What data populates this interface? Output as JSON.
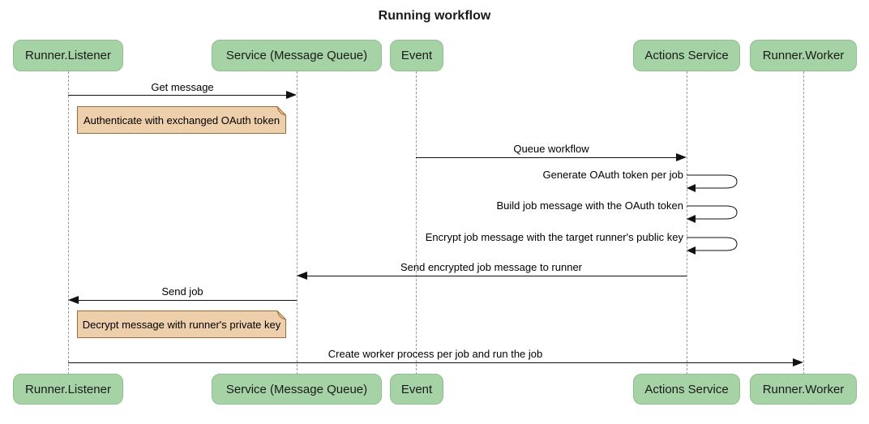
{
  "title": "Running workflow",
  "diagram": {
    "type": "sequence",
    "participants": [
      {
        "name": "Runner.Listener"
      },
      {
        "name": "Service (Message Queue)"
      },
      {
        "name": "Event"
      },
      {
        "name": "Actions Service"
      },
      {
        "name": "Runner.Worker"
      }
    ],
    "messages": [
      {
        "from": "Runner.Listener",
        "to": "Service (Message Queue)",
        "label": "Get message",
        "type": "solid-arrow"
      },
      {
        "from": "Event",
        "to": "Actions Service",
        "label": "Queue workflow",
        "type": "solid-arrow"
      },
      {
        "from": "Actions Service",
        "to": "Actions Service",
        "label": "Generate OAuth token per job",
        "type": "self-loop"
      },
      {
        "from": "Actions Service",
        "to": "Actions Service",
        "label": "Build job message with the OAuth token",
        "type": "self-loop"
      },
      {
        "from": "Actions Service",
        "to": "Actions Service",
        "label": "Encrypt job message with the target runner's public key",
        "type": "self-loop"
      },
      {
        "from": "Actions Service",
        "to": "Service (Message Queue)",
        "label": "Send encrypted job message to runner",
        "type": "solid-arrow"
      },
      {
        "from": "Service (Message Queue)",
        "to": "Runner.Listener",
        "label": "Send job",
        "type": "solid-arrow"
      },
      {
        "from": "Runner.Listener",
        "to": "Runner.Worker",
        "label": "Create worker process per job and run the job",
        "type": "solid-arrow"
      }
    ],
    "notes": [
      {
        "over": "Runner.Listener, Service (Message Queue)",
        "text": "Authenticate with exchanged OAuth token"
      },
      {
        "over": "Runner.Listener, Service (Message Queue)",
        "text": "Decrypt message with runner's private key"
      }
    ]
  },
  "colors": {
    "background": "#ffffff",
    "actor_fill": "#a6d3a6",
    "actor_border": "#8fbf8f",
    "note_fill": "#edcfab",
    "note_border": "#9c6b30",
    "line": "#111111",
    "lifeline": "#999999",
    "text": "#1a1a1a"
  }
}
